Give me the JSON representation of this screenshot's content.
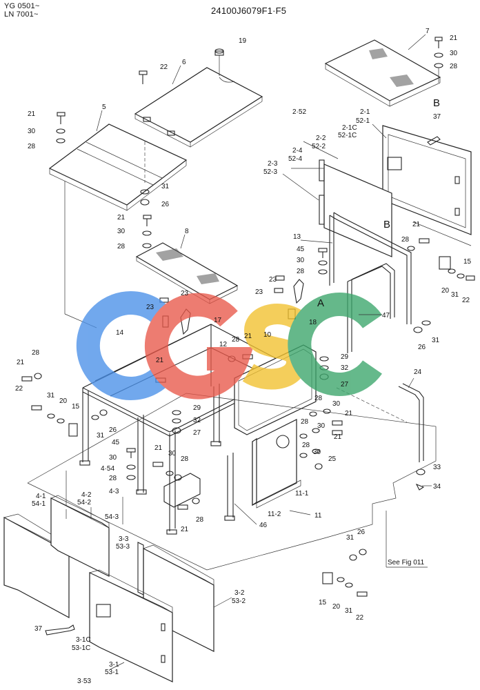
{
  "header": {
    "serial_1": "YG 0501~",
    "serial_2": "LN 7001~",
    "drawing_no": "24100J6079F1·F5"
  },
  "watermark": {
    "text": "CGSC",
    "colors": [
      "#4a90e8",
      "#e8584a",
      "#f2c12e",
      "#3aa56a"
    ]
  },
  "reference": "See Fig 011",
  "callouts": {
    "c7": "7",
    "c21a": "21",
    "c30a": "30",
    "c28a": "28",
    "cBa": "B",
    "c19": "19",
    "c6": "6",
    "c22a": "22",
    "c5": "5",
    "c21b": "21",
    "c30b": "30",
    "c28b": "28",
    "c31a": "31",
    "c26a": "26",
    "c2_52": "2·52",
    "c2_1": "2-1",
    "c52_1": "52-1",
    "c2_1c": "2-1C",
    "c52_1c": "52-1C",
    "c2_2": "2-2",
    "c52_2": "52-2",
    "c2_4": "2-4",
    "c52_4": "52-4",
    "c2_3": "2-3",
    "c52_3": "52-3",
    "c37a": "37",
    "c21c": "21",
    "c30c": "30",
    "c28c": "28",
    "c8": "8",
    "c13": "13",
    "c45a": "45",
    "c30d": "30",
    "c28d": "28",
    "cBb": "B",
    "c21d": "21",
    "c28e": "28",
    "c15a": "15",
    "c20a": "20",
    "c31b": "31",
    "c22b": "22",
    "c23a": "23",
    "c23b": "23",
    "cA": "A",
    "c18": "18",
    "c23c": "23",
    "c17": "17",
    "c47": "47",
    "c14": "14",
    "c12": "12",
    "c28f": "28",
    "c21e": "21",
    "c10": "10",
    "c29a": "29",
    "c32a": "32",
    "c27a": "27",
    "c26b": "26",
    "c31c": "31",
    "c28g": "28",
    "c21f": "21",
    "c22c": "22",
    "c31d": "31",
    "c20b": "20",
    "c15b": "15",
    "c26c": "26",
    "c31e": "31",
    "c21g": "21",
    "c29b": "29",
    "c32b": "32",
    "c27b": "27",
    "c24": "24",
    "c28h": "28",
    "c30e": "30",
    "c28i": "28",
    "c30f": "30",
    "c21h": "21",
    "c28j": "28",
    "c30g": "30",
    "c21i": "21",
    "c25": "25",
    "c45b": "45",
    "c30h": "30",
    "c28k": "28",
    "c21j": "21",
    "c30i": "30",
    "c28l": "28",
    "c33": "33",
    "c34": "34",
    "c4_54": "4·54",
    "c4_1": "4-1",
    "c54_1": "54-1",
    "c4_2": "4-2",
    "c54_2": "54-2",
    "c4_3": "4-3",
    "c54_3": "54-3",
    "c21k": "21",
    "c28m": "28",
    "c11_1": "11-1",
    "c11_2": "11-2",
    "c11": "11",
    "c46": "46",
    "c31f": "31",
    "c26d": "26",
    "c3_3": "3-3",
    "c53_3": "53-3",
    "c15c": "15",
    "c20c": "20",
    "c31g": "31",
    "c22d": "22",
    "c3_2": "3-2",
    "c53_2": "53-2",
    "c37b": "37",
    "c3_1c": "3-1C",
    "c53_1c": "53-1C",
    "c3_1": "3-1",
    "c53_1": "53-1",
    "c3_53": "3·53"
  }
}
